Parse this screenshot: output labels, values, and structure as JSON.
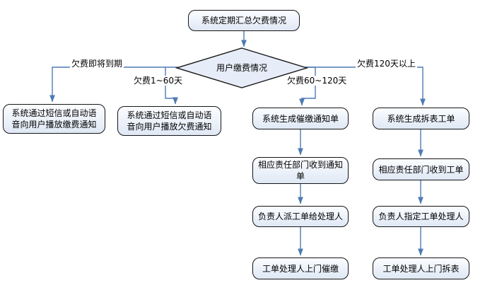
{
  "flowchart": {
    "title_node": {
      "label": "系统定期汇总欠费情况"
    },
    "decision": {
      "label": "用户缴费情况"
    },
    "branch_labels": {
      "due_soon": "欠费即将到期",
      "days_1_60": "欠费1~60天",
      "days_60_120": "欠费60~120天",
      "days_120_plus": "欠费120天以上"
    },
    "nodes": {
      "sms_payment_notice": "系统通过短信或自动语音向用户播放缴费通知",
      "sms_arrears_notice": "系统通过短信或自动语音向用户播放欠费通知",
      "generate_reminder": "系统生成催缴通知单",
      "dept_receive_notice": "相应责任部门收到通知单",
      "assign_handler": "负责人派工单给处理人",
      "door_collect": "工单处理人上门催缴",
      "generate_removal": "系统生成拆表工单",
      "dept_receive_order": "相应责任部门收到工单",
      "designate_handler": "负责人指定工单处理人",
      "door_remove": "工单处理人上门拆表"
    },
    "colors": {
      "connector": "#4e7bb0",
      "node_border": "#161616",
      "node_fill_top": "#fcfdff",
      "node_fill_bottom": "#dfe8f5",
      "text": "#000000"
    }
  }
}
